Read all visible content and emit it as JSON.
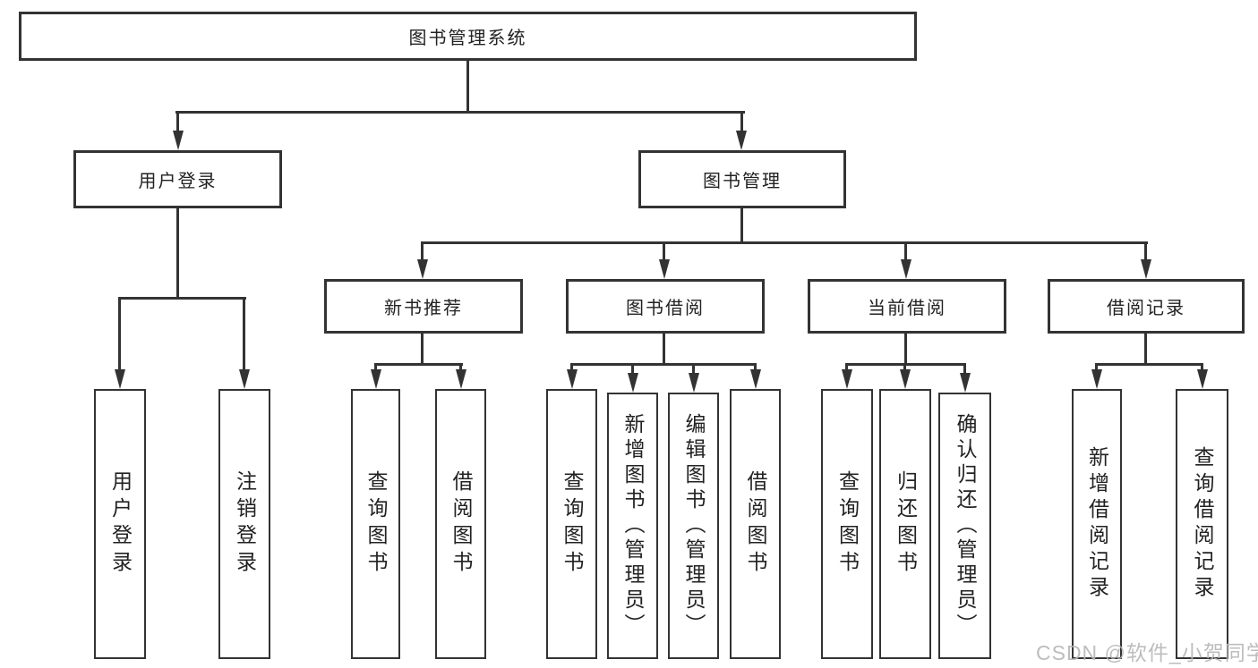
{
  "diagram_title": "图书管理系统",
  "watermark": "CSDN @软件_小贺同学",
  "colors": {
    "line": "#333333",
    "text": "#222222",
    "watermark": "#b6b6b6",
    "background": "#ffffff"
  },
  "tree": {
    "label": "图书管理系统",
    "children": [
      {
        "label": "用户登录",
        "children": [
          {
            "label": "用户登录"
          },
          {
            "label": "注销登录"
          }
        ]
      },
      {
        "label": "图书管理",
        "children": [
          {
            "label": "新书推荐",
            "children": [
              {
                "label": "查询图书"
              },
              {
                "label": "借阅图书"
              }
            ]
          },
          {
            "label": "图书借阅",
            "children": [
              {
                "label": "查询图书"
              },
              {
                "label": "新增图书（管理员）"
              },
              {
                "label": "编辑图书（管理员）"
              },
              {
                "label": "借阅图书"
              }
            ]
          },
          {
            "label": "当前借阅",
            "children": [
              {
                "label": "查询图书"
              },
              {
                "label": "归还图书"
              },
              {
                "label": "确认归还（管理员）"
              }
            ]
          },
          {
            "label": "借阅记录",
            "children": [
              {
                "label": "新增借阅记录"
              },
              {
                "label": "查询借阅记录"
              }
            ]
          }
        ]
      }
    ]
  }
}
